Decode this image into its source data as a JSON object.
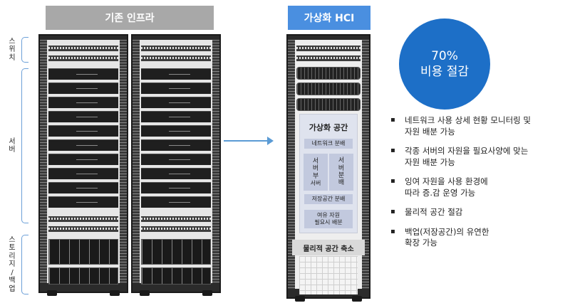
{
  "headers": {
    "legacy": "기존 인프라",
    "virtual": "가상화 HCI"
  },
  "side_labels": {
    "switch": [
      "스",
      "위",
      "치"
    ],
    "server": [
      "서",
      "버"
    ],
    "storage": [
      "스",
      "토",
      "리",
      "지",
      "/",
      "백",
      "업"
    ]
  },
  "savings": {
    "percent": "70%",
    "label": "비용 절감"
  },
  "virtual_space": {
    "title": "가상화 공간",
    "network": "네트워크 분배",
    "server_left": [
      "서",
      "버",
      "부"
    ],
    "server_left_caption": "서버",
    "server_right": [
      "서",
      "버",
      "분",
      "배"
    ],
    "storage": "저장공간 분배",
    "spare": [
      "여유 자원",
      "필요시 배분"
    ]
  },
  "shrink_label": "물리적 공간 축소",
  "benefits": [
    [
      "네트워크 사용 상세 현황 모니터링 및",
      "자원 배분 가능"
    ],
    [
      "각종 서버의 자원을 필요사양에 맞는",
      "자원 배분 가능"
    ],
    [
      "잉여 자원을 사용 환경에",
      "따라 증.감 운영 가능"
    ],
    [
      "물리적 공간 절감"
    ],
    [
      "백업(저장공간)의 유연한",
      "확장 가능"
    ]
  ],
  "colors": {
    "accent": "#1d6fc7",
    "header_legacy": "#a8a8a8",
    "header_virtual": "#4a8fe0",
    "arrow": "#5b9bd5"
  }
}
